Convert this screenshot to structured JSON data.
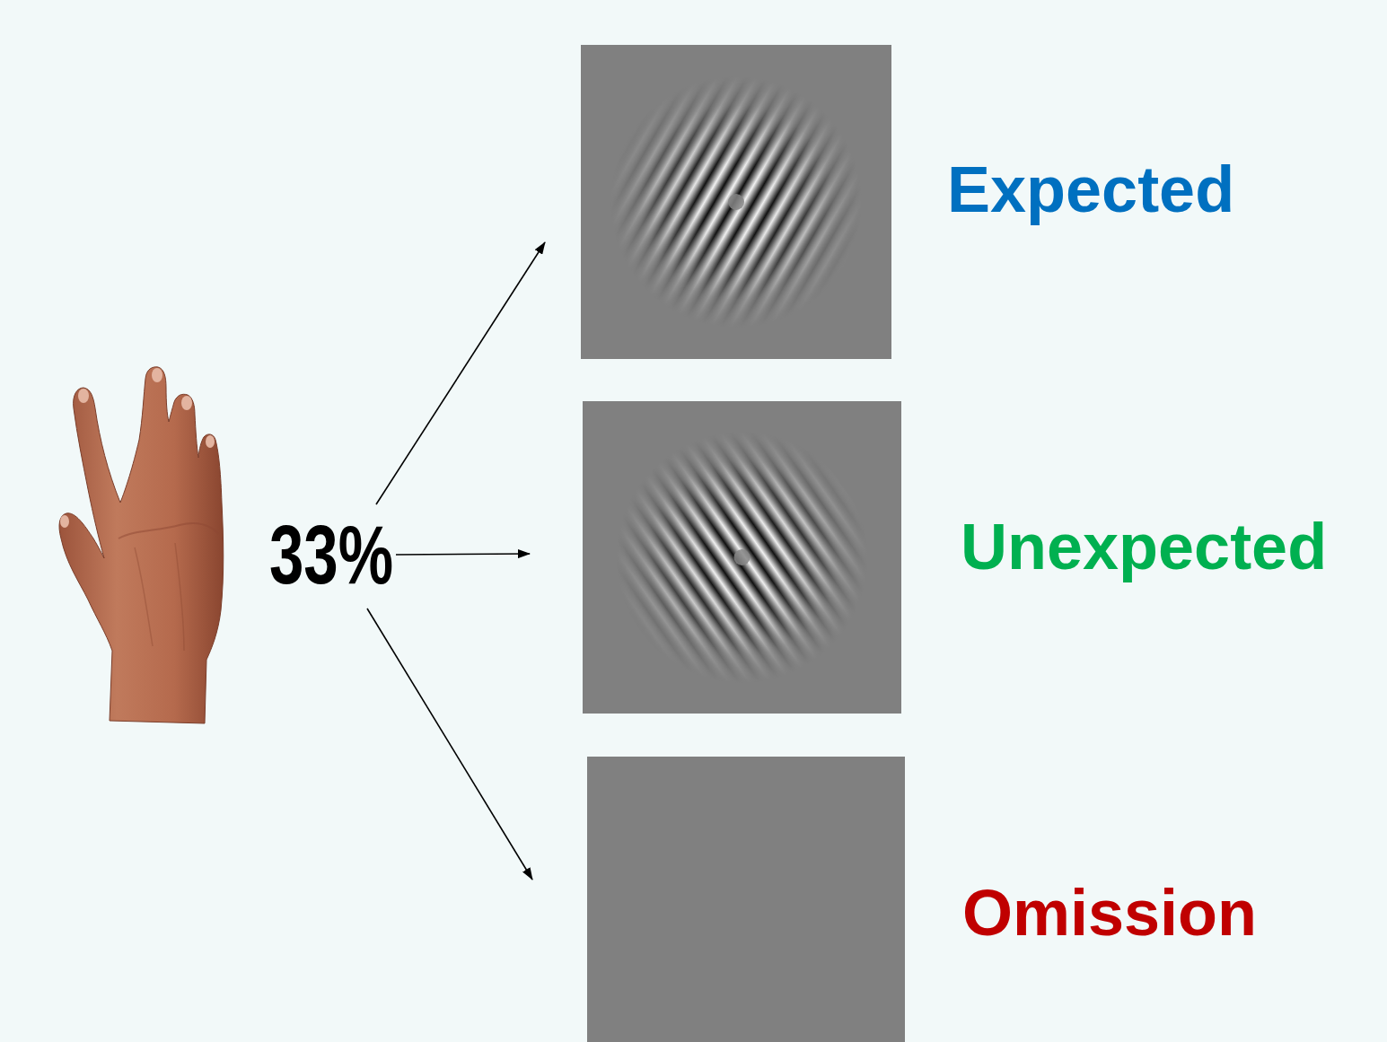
{
  "diagram": {
    "nodes": [
      {
        "text": [
          "33%"
        ]
      },
      {
        "text": [
          "Expected"
        ]
      },
      {
        "text": [
          "Unexpected"
        ]
      },
      {
        "text": [
          "Omission"
        ]
      }
    ],
    "edges": [
      {
        "from": 0,
        "to": 1,
        "arrow": "to"
      },
      {
        "from": 0,
        "to": 2,
        "arrow": "to"
      },
      {
        "from": 0,
        "to": 3,
        "arrow": "to"
      }
    ]
  }
}
